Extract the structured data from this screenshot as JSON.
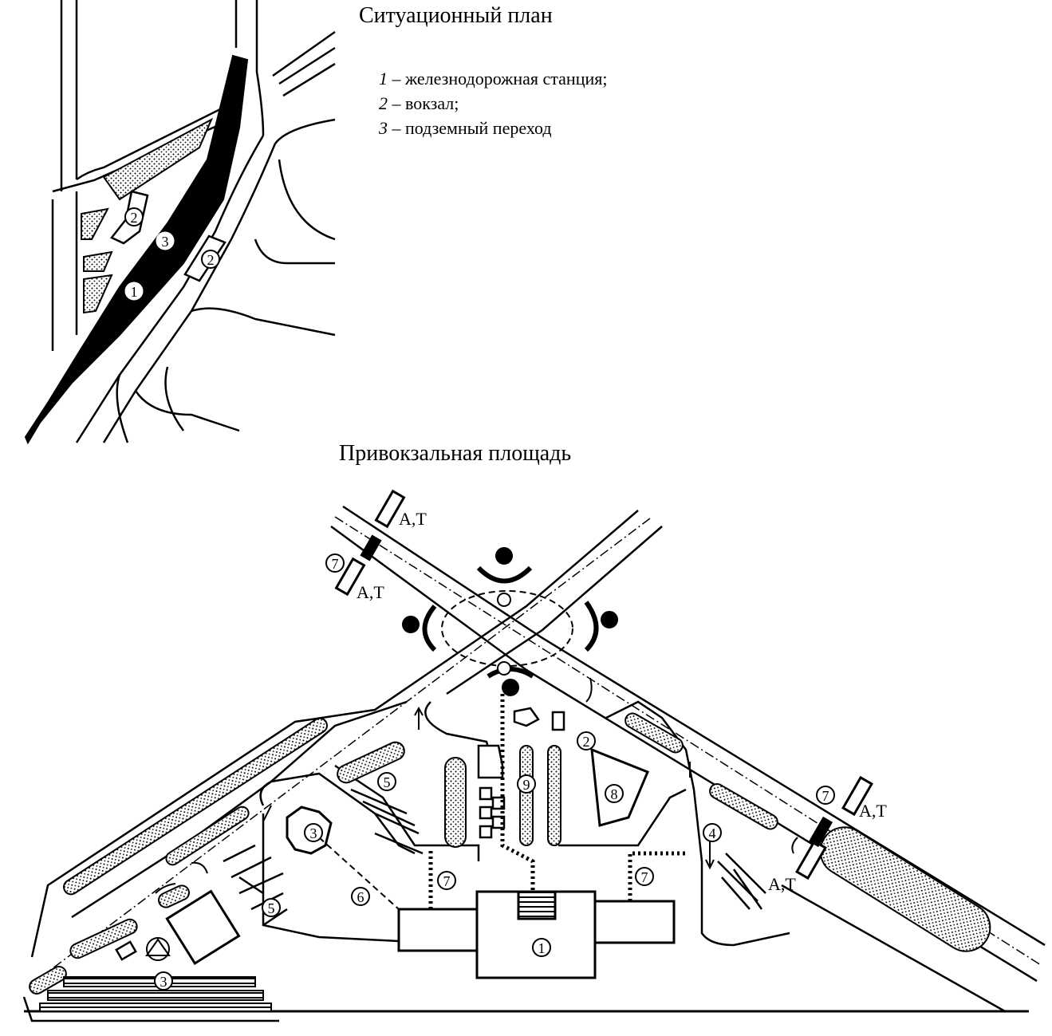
{
  "situation_plan": {
    "title": "Ситуационный план",
    "legend": [
      {
        "num": "1",
        "text": " – железнодорожная станция;"
      },
      {
        "num": "2",
        "text": " – вокзал;"
      },
      {
        "num": "3",
        "text": "  – подземный переход"
      }
    ],
    "markers": [
      "1",
      "2",
      "2",
      "3"
    ]
  },
  "station_square": {
    "title": "Привокзальная площадь",
    "labels": {
      "at_top_right": "А,Т",
      "at_top_left": "А,Т",
      "at_right_upper": "А,Т",
      "at_right_lower": "А,Т"
    },
    "markers": {
      "m1": "1",
      "m2": "2",
      "m3a": "3",
      "m3b": "3",
      "m4": "4",
      "m5a": "5",
      "m5b": "5",
      "m6": "6",
      "m7a": "7",
      "m7b": "7",
      "m7c": "7",
      "m7d": "7",
      "m8": "8",
      "m9": "9"
    }
  }
}
